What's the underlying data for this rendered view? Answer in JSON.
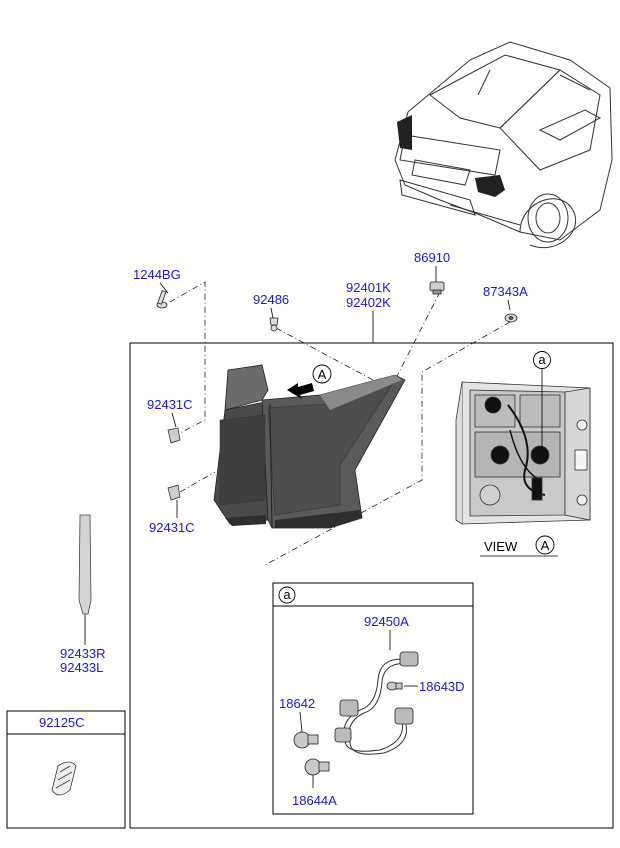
{
  "colors": {
    "part_number": "#1a1adb",
    "line": "#000000",
    "lamp_dark": "#4a4a4a",
    "lamp_mid": "#6b6b6b",
    "lamp_light": "#9a9a9a"
  },
  "labels": {
    "p1244BG": "1244BG",
    "p92486": "92486",
    "p86910": "86910",
    "p92401K": "92401K",
    "p92402K": "92402K",
    "p87343A": "87343A",
    "p92431C_top": "92431C",
    "p92431C_bottom": "92431C",
    "p92433R": "92433R",
    "p92433L": "92433L",
    "p92125C": "92125C",
    "p92450A": "92450A",
    "p18643D": "18643D",
    "p18642": "18642",
    "p18644A": "18644A"
  },
  "callouts": {
    "view_word": "VIEW",
    "view_letter": "A",
    "arrow_letter": "A",
    "detail_letter": "a",
    "view_detail_letter": "a"
  },
  "icons": [
    "car-rear-icon",
    "screw-icon",
    "clip-icon",
    "grommet-icon",
    "bulb-icon",
    "socket-icon",
    "arrow-left-icon"
  ]
}
